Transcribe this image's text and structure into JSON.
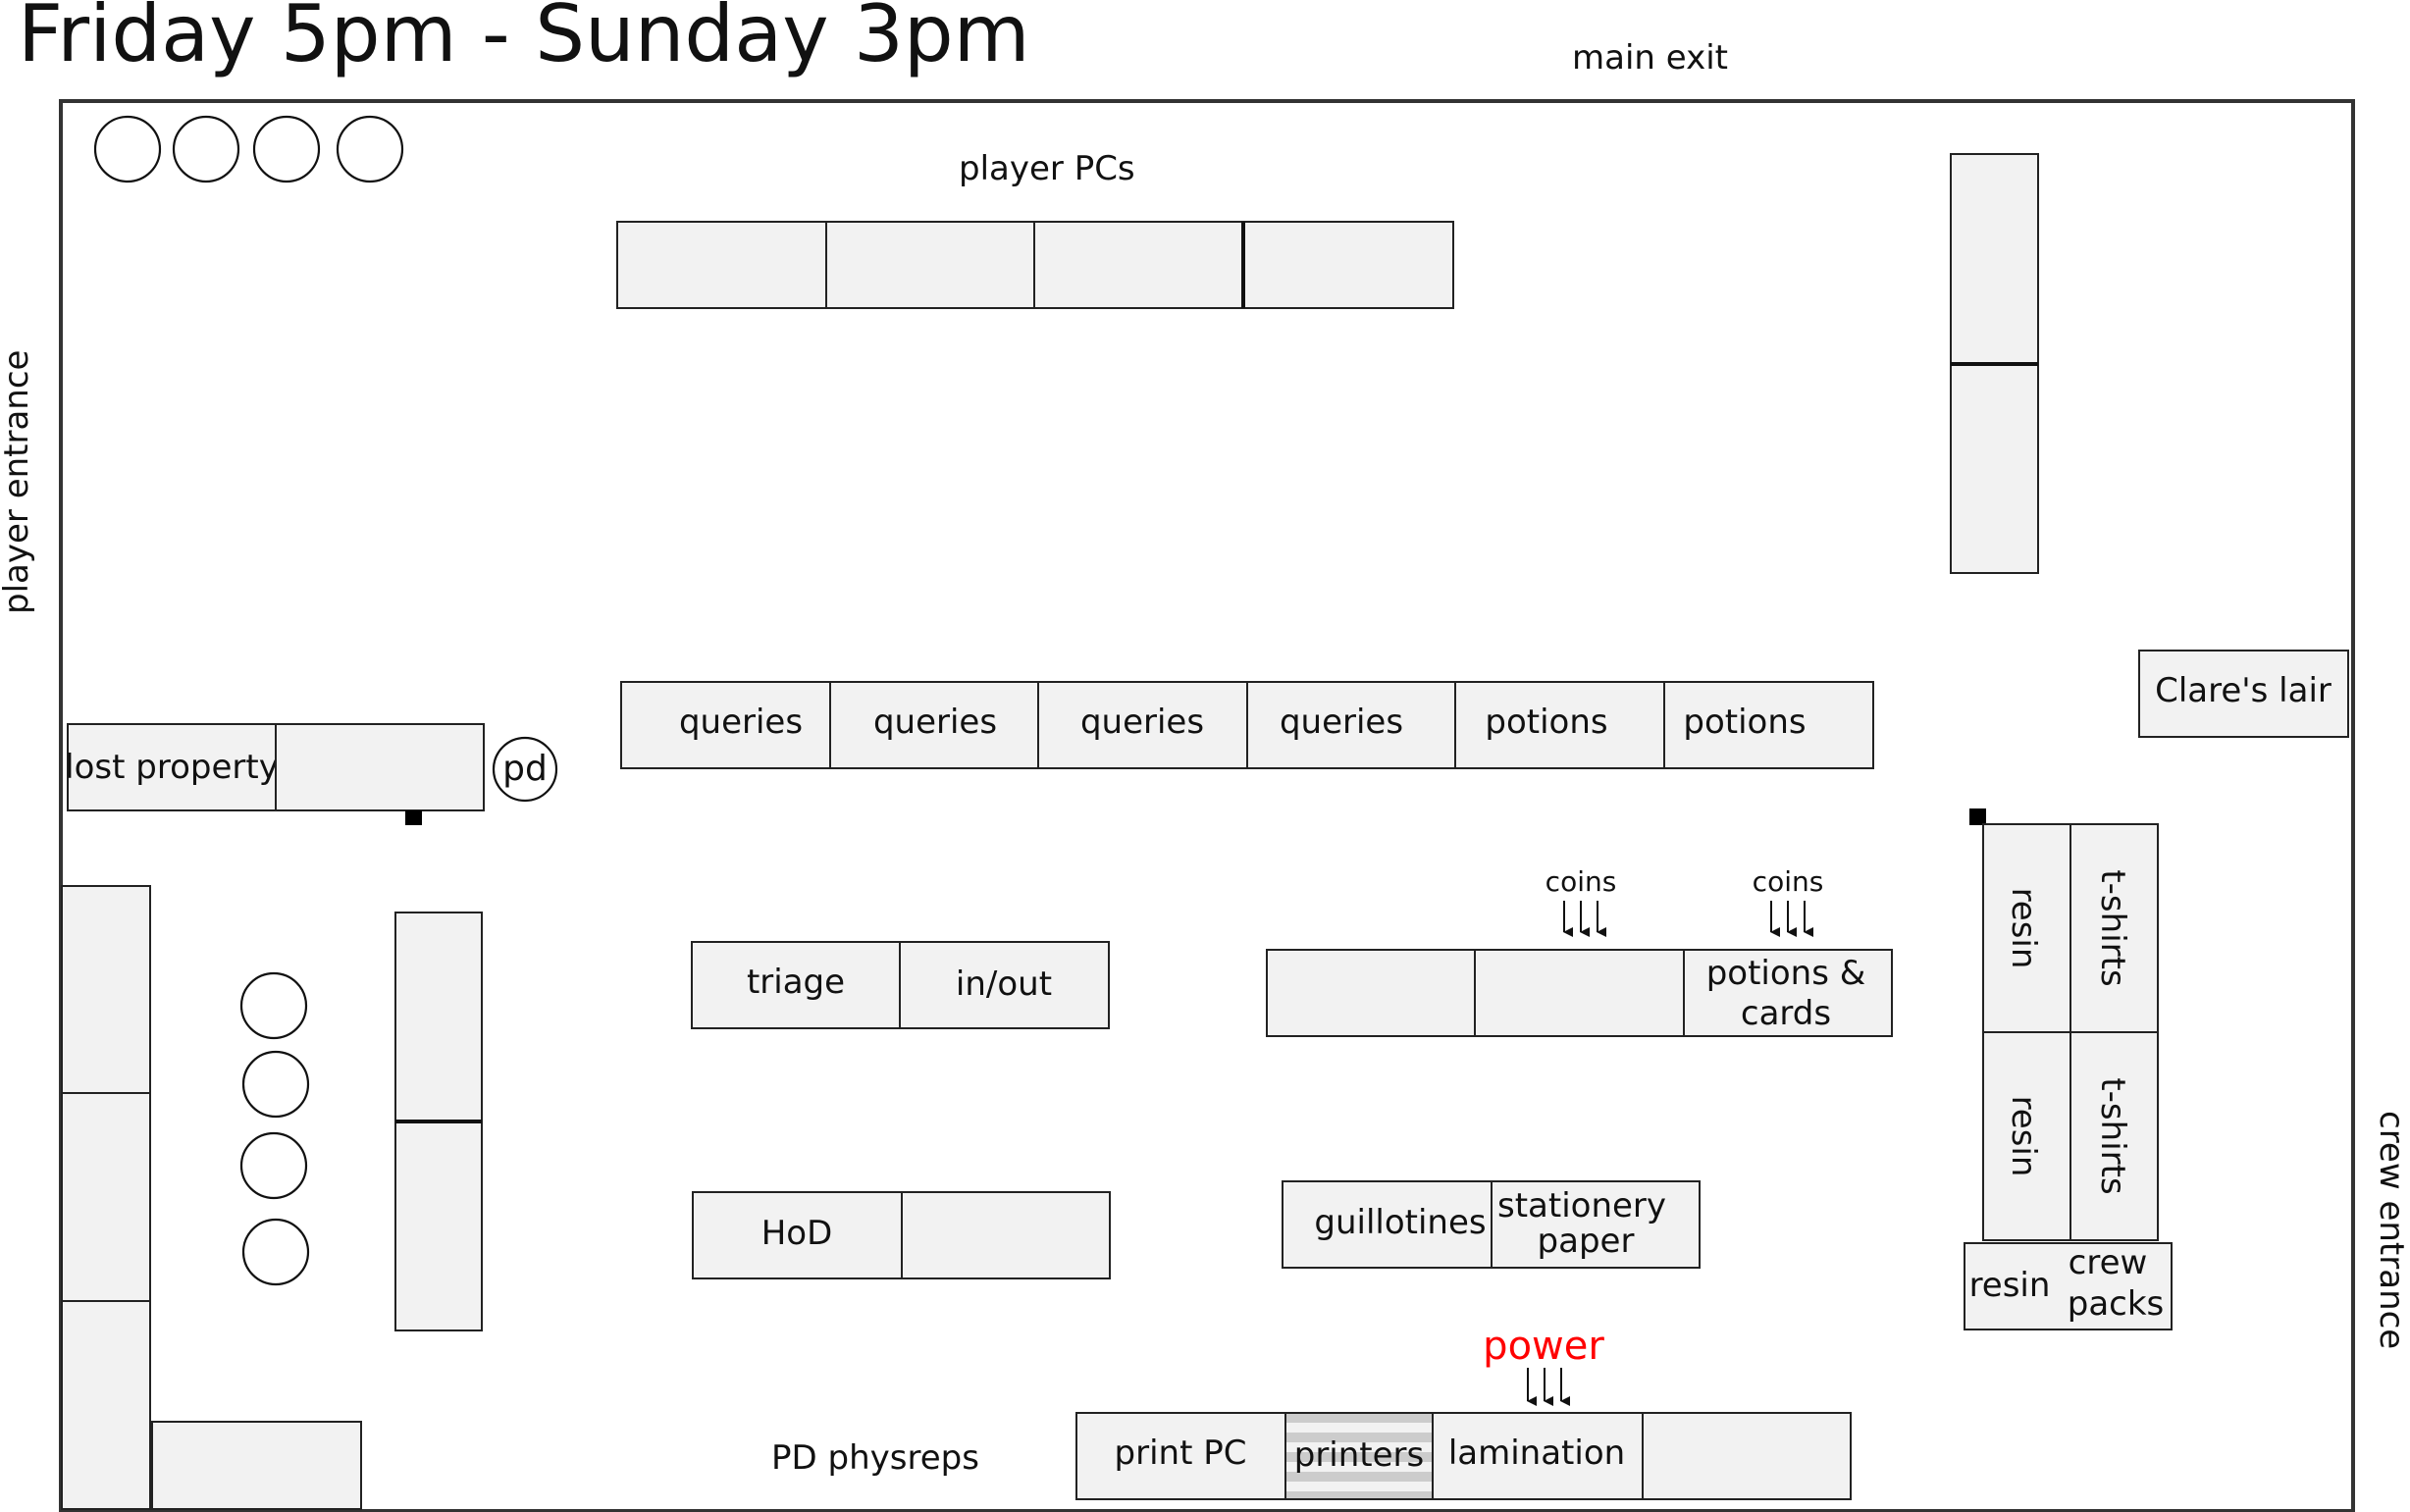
{
  "title": "Friday 5pm - Sunday 3pm",
  "labels": {
    "main_exit": "main exit",
    "player_entrance": "player entrance",
    "crew_entrance": "crew entrance",
    "player_pcs": "player PCs",
    "pd_physreps": "PD physreps",
    "pd": "pd",
    "coins_1": "coins",
    "coins_2": "coins",
    "power": "power"
  },
  "stations": {
    "lost_property": "lost property",
    "queries_1": "queries",
    "queries_2": "queries",
    "queries_3": "queries",
    "queries_4": "queries",
    "potions_1": "potions",
    "potions_2": "potions",
    "clares_lair": "Clare's lair",
    "triage": "triage",
    "in_out": "in/out",
    "potions_cards_line1": "potions &",
    "potions_cards_line2": "cards",
    "hod": "HoD",
    "guillotines": "guillotines",
    "stationery_line1": "stationery",
    "stationery_line2": "paper",
    "resin_1": "resin",
    "tshirts_1": "t-shirts",
    "resin_2": "resin",
    "tshirts_2": "t-shirts",
    "resin_3": "resin",
    "crew_packs_line1": "crew",
    "crew_packs_line2": "packs",
    "print_pc": "print PC",
    "printers": "printers",
    "lamination": "lamination"
  },
  "colors": {
    "table_fill": "#f2f2f2",
    "power_text": "#ff0000",
    "printer_stripes": "#cccccc"
  }
}
